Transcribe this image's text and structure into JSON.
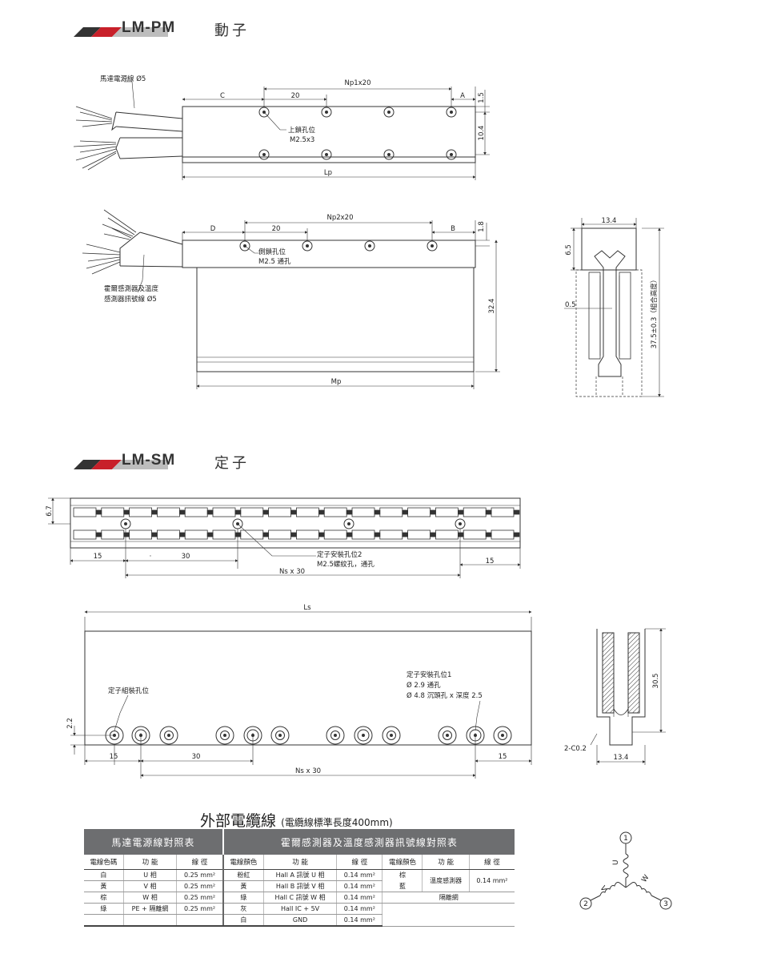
{
  "sections": {
    "pm": {
      "name": "LM-PM",
      "cn": "動子"
    },
    "sm": {
      "name": "LM-SM",
      "cn": "定子"
    }
  },
  "colors": {
    "stripe_red": "#c8202a",
    "stripe_dark": "#333333",
    "stripe_gray": "#bdbdbd",
    "table_header": "#6d6e70"
  },
  "pm_top": {
    "cable_label": "馬達電源線 Ø5",
    "dim_np": "Np1x20",
    "dim_c": "C",
    "dim_20": "20",
    "dim_a": "A",
    "dim_15": "1.5",
    "dim_104": "10.4",
    "dim_lp": "Lp",
    "hole_label_1": "上鎖孔位",
    "hole_label_2": "M2.5x3"
  },
  "pm_side": {
    "dim_np": "Np2x20",
    "dim_d": "D",
    "dim_20": "20",
    "dim_b": "B",
    "dim_18": "1.8",
    "dim_324": "32.4",
    "dim_mp": "Mp",
    "hole_label_1": "側鎖孔位",
    "hole_label_2": "M2.5 通孔",
    "cable_label_1": "霍爾感測器及溫度",
    "cable_label_2": "感測器訊號線 Ø5"
  },
  "pm_end": {
    "dim_134": "13.4",
    "dim_65": "6.5",
    "dim_05": "0.5",
    "dim_375": "37.5±0.3（組合高度）"
  },
  "sm_top": {
    "dim_67": "6.7",
    "dim_15l": "15",
    "dim_dot": "·",
    "dim_30": "30",
    "dim_15r": "15",
    "dim_ns": "Ns x 30",
    "hole_label_1": "定子安裝孔位2",
    "hole_label_2": "M2.5螺紋孔，通孔"
  },
  "sm_side": {
    "dim_ls": "Ls",
    "assembly_label": "定子組裝孔位",
    "hole_label_1": "定子安裝孔位1",
    "hole_label_2": "Ø  2.9 通孔",
    "hole_label_3": "Ø  4.8 沉頭孔 x 深度 2.5",
    "dim_22": "2.2",
    "dim_15l": "15",
    "dim_30": "30",
    "dim_15r": "15",
    "dim_ns": "Ns x 30"
  },
  "sm_end": {
    "dim_305": "30.5",
    "dim_c02": "2-C0.2",
    "dim_134": "13.4"
  },
  "cable": {
    "title": "外部電纜線",
    "subtitle": "(電纜線標準長度400mm)",
    "power_header": "馬達電源線對照表",
    "hall_header": "霍爾感測器及溫度感測器訊號線對照表",
    "power_cols": [
      "電線色碼",
      "功 能",
      "線 徑"
    ],
    "hall_cols": [
      "電線顏色",
      "功 能",
      "線 徑"
    ],
    "temp_cols": [
      "電線顏色",
      "功 能",
      "線 徑"
    ],
    "power_rows": [
      [
        "白",
        "U 相",
        "0.25 mm²"
      ],
      [
        "黃",
        "V 相",
        "0.25 mm²"
      ],
      [
        "棕",
        "W 相",
        "0.25 mm²"
      ],
      [
        "綠",
        "PE + 隔離網",
        "0.25 mm²"
      ],
      [
        "",
        "",
        ""
      ]
    ],
    "hall_rows": [
      [
        "粉紅",
        "Hall A 訊號 U 相",
        "0.14 mm²"
      ],
      [
        "黃",
        "Hall B 訊號 V 相",
        "0.14 mm²"
      ],
      [
        "綠",
        "Hall C 訊號 W 相",
        "0.14 mm²"
      ],
      [
        "灰",
        "Hall IC + 5V",
        "0.14 mm²"
      ],
      [
        "白",
        "GND",
        "0.14 mm²"
      ]
    ],
    "temp_colors": [
      "棕",
      "藍"
    ],
    "temp_function": "溫度感測器",
    "temp_gauge": "0.14 mm²",
    "shield": "隔離網"
  },
  "winding": {
    "n1": "1",
    "n2": "2",
    "n3": "3",
    "u": "U",
    "v": "V",
    "w": "W"
  }
}
